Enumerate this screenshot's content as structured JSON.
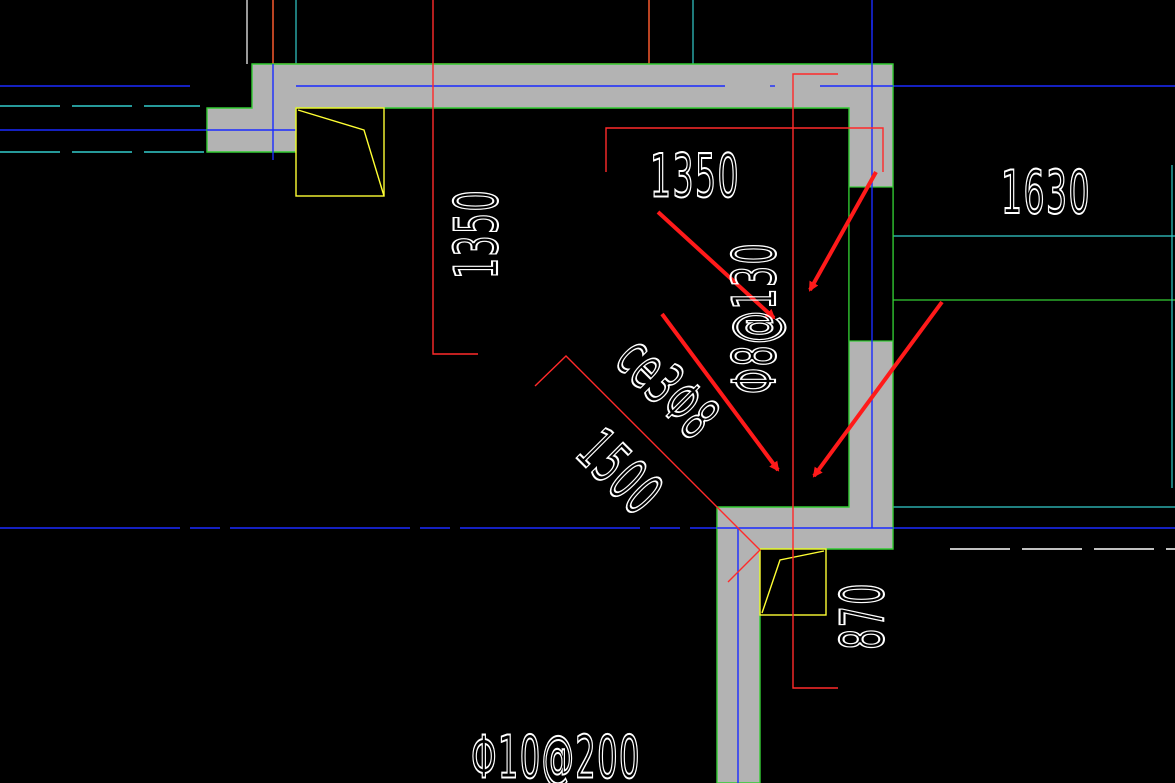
{
  "drawing": {
    "labels": {
      "dim_top_inner": "1350",
      "dim_right": "1630",
      "dim_vertical_left": "1350",
      "rebar_spacing": "Φ8@130",
      "rebar_count": "ce3Φ8",
      "dim_diagonal": "1500",
      "dim_lower_right": "870",
      "rebar_bottom": "Φ10@200"
    },
    "colors": {
      "background": "#000000",
      "wall_fill": "#b3b3b3",
      "wall_edge": "#33cc33",
      "axis_blue": "#1a2bff",
      "cyan_line": "#33cccc",
      "red_line": "#ff2a2a",
      "orange_line": "#e8542a",
      "column_box": "#ffff33",
      "arrow_red": "#ff1a1a",
      "text_white": "#ffffff"
    }
  }
}
